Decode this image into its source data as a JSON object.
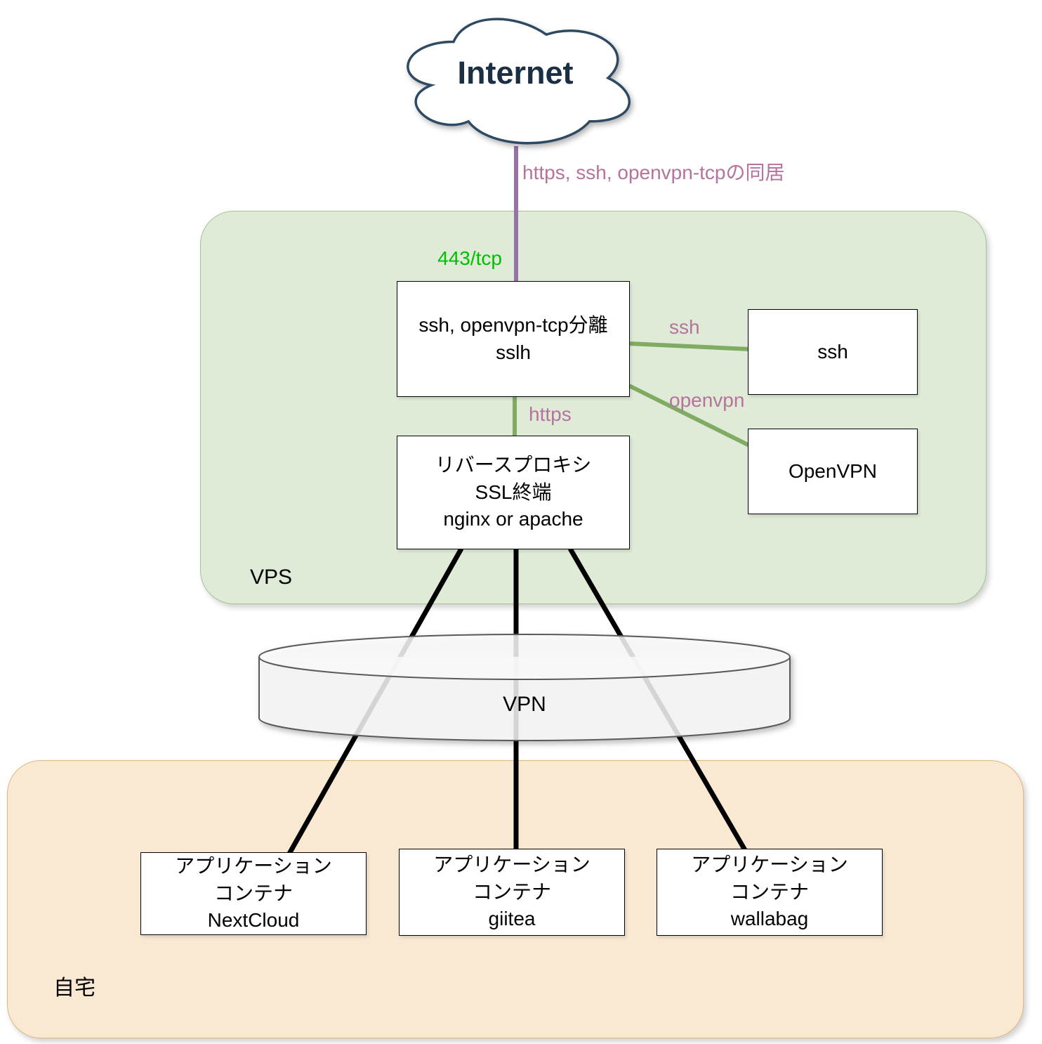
{
  "internet": {
    "label": "Internet"
  },
  "vps": {
    "label": "VPS",
    "sslh_box": {
      "line1": "ssh, openvpn-tcp分離",
      "line2": "sslh"
    },
    "ssh_box": {
      "label": "ssh"
    },
    "openvpn_box": {
      "label": "OpenVPN"
    },
    "proxy_box": {
      "line1": "リバースプロキシ",
      "line2": "SSL終端",
      "line3": "nginx or apache"
    }
  },
  "vpn": {
    "label": "VPN"
  },
  "home": {
    "label": "自宅",
    "apps": [
      {
        "line1": "アプリケーション",
        "line2": "コンテナ",
        "line3": "NextCloud"
      },
      {
        "line1": "アプリケーション",
        "line2": "コンテナ",
        "line3": "giitea"
      },
      {
        "line1": "アプリケーション",
        "line2": "コンテナ",
        "line3": "wallabag"
      }
    ]
  },
  "edge_labels": {
    "internet_to_sslh": "https, ssh, openvpn-tcpの同居",
    "port": "443/tcp",
    "ssh": "ssh",
    "openvpn": "openvpn",
    "https": "https"
  },
  "colors": {
    "purple_line": "#9673a6",
    "pink_label": "#b5739d",
    "green_line": "#7fac62",
    "port_green": "#00bf00",
    "black_line": "#000000",
    "cloud_stroke": "#2d4a62",
    "vps_fill": "#e0ebd7",
    "vps_stroke": "#a3c493",
    "home_fill": "#f9e9d3",
    "home_stroke": "#e2b57e"
  }
}
